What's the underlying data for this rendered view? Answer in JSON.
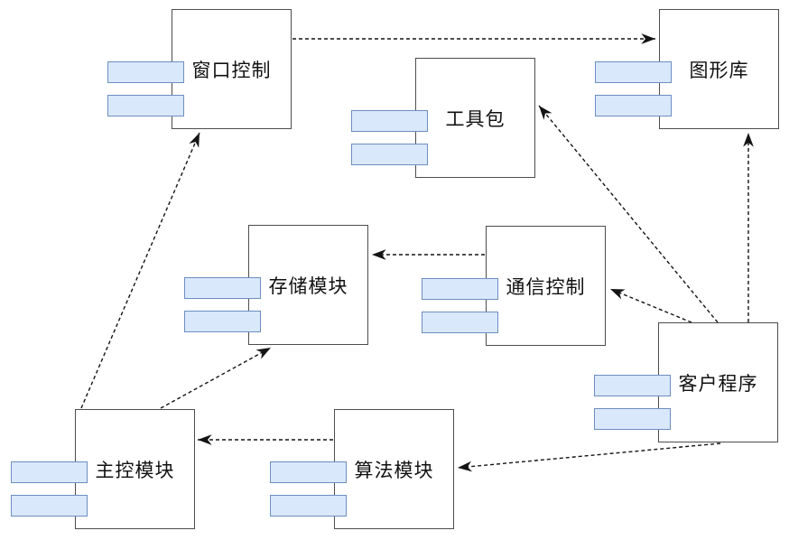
{
  "diagram": {
    "type": "uml-component-diagram",
    "components": [
      {
        "id": "window-control",
        "label": "窗口控制"
      },
      {
        "id": "toolkit",
        "label": "工具包"
      },
      {
        "id": "graphics-library",
        "label": "图形库"
      },
      {
        "id": "storage-module",
        "label": "存储模块"
      },
      {
        "id": "communication-control",
        "label": "通信控制"
      },
      {
        "id": "client-program",
        "label": "客户程序"
      },
      {
        "id": "main-control-module",
        "label": "主控模块"
      },
      {
        "id": "algorithm-module",
        "label": "算法模块"
      }
    ],
    "edges": [
      {
        "from": "窗口控制",
        "to": "图形库",
        "style": "dashed-arrow"
      },
      {
        "from": "主控模块",
        "to": "窗口控制",
        "style": "dashed-arrow"
      },
      {
        "from": "主控模块",
        "to": "存储模块",
        "style": "dashed-arrow"
      },
      {
        "from": "通信控制",
        "to": "存储模块",
        "style": "dashed-arrow"
      },
      {
        "from": "客户程序",
        "to": "通信控制",
        "style": "dashed-arrow"
      },
      {
        "from": "客户程序",
        "to": "工具包",
        "style": "dashed-arrow"
      },
      {
        "from": "客户程序",
        "to": "图形库",
        "style": "dashed-arrow"
      },
      {
        "from": "算法模块",
        "to": "主控模块",
        "style": "dashed-arrow"
      },
      {
        "from": "客户程序",
        "to": "算法模块",
        "style": "dashed-arrow"
      }
    ],
    "colors": {
      "background": "#ffffff",
      "box_border": "#4d4d4d",
      "tab_fill": "#dae8fc",
      "tab_border": "#6c8ebf",
      "edge_line": "#141414",
      "label_text": "#111111"
    }
  }
}
